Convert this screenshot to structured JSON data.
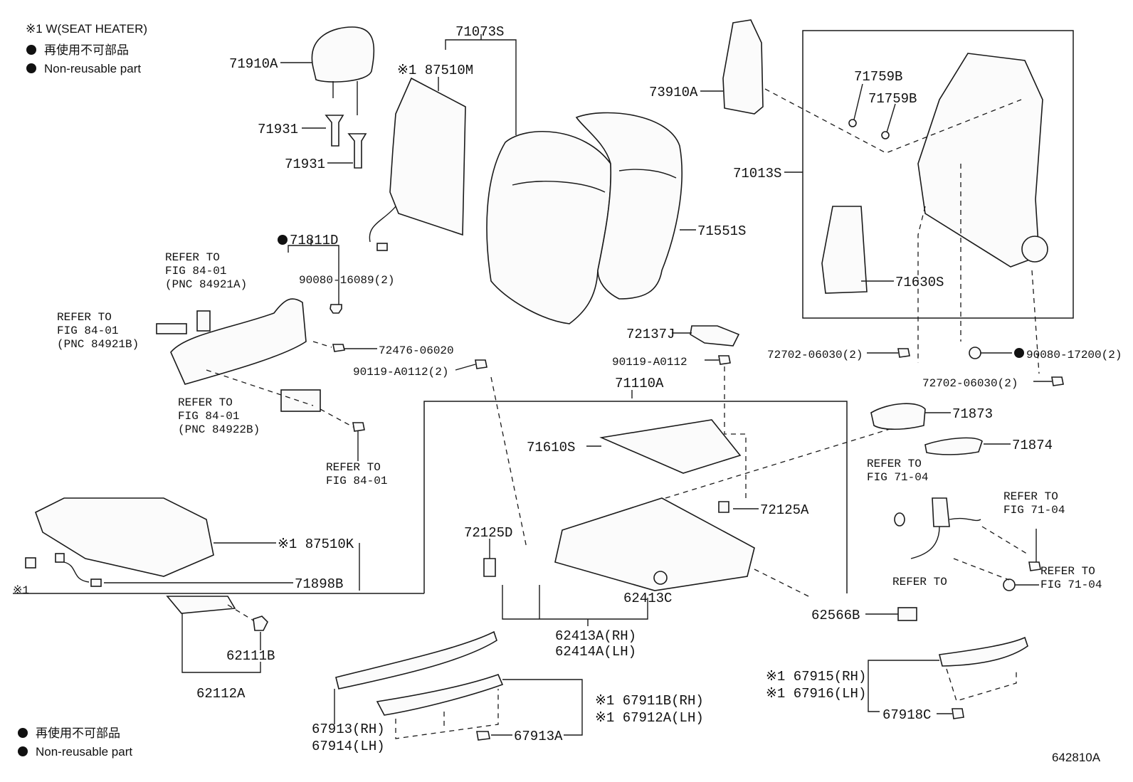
{
  "legend": {
    "seat_heater": "※1 W(SEAT HEATER)",
    "non_reusable_ja": "再使用不可部品",
    "non_reusable_en": "Non-reusable part"
  },
  "footer": {
    "non_reusable_ja": "再使用不可部品",
    "non_reusable_en": "Non-reusable part",
    "figure_id": "642810A"
  },
  "labels": {
    "p71910A": "71910A",
    "p71931_1": "71931",
    "p71931_2": "71931",
    "p71073S": "71073S",
    "p87510M": "※1 87510M",
    "p71811D": "71811D",
    "p90080_16089": "90080-16089(2)",
    "p72476": "72476-06020",
    "p90119_2": "90119-A0112(2)",
    "p73910A": "73910A",
    "p71759B_1": "71759B",
    "p71759B_2": "71759B",
    "p71013S": "71013S",
    "p71551S": "71551S",
    "p71630S": "71630S",
    "p72137J": "72137J",
    "p90119": "90119-A0112",
    "p72702_a": "72702-06030(2)",
    "p90080_17200": "90080-17200(2)",
    "p72702_b": "72702-06030(2)",
    "p71110A": "71110A",
    "p71873": "71873",
    "p71874": "71874",
    "p71610S": "71610S",
    "p72125A": "72125A",
    "p72125D": "72125D",
    "p62413C": "62413C",
    "p62413A": "62413A(RH)",
    "p62414A": "62414A(LH)",
    "p62566B": "62566B",
    "p87510K": "※1 87510K",
    "p71898B": "71898B",
    "p62111B": "62111B",
    "p62112A": "62112A",
    "p67913RH": "67913(RH)",
    "p67914LH": "67914(LH)",
    "p67911B": "※1 67911B(RH)",
    "p67912A": "※1 67912A(LH)",
    "p67913A": "67913A",
    "p67915": "※1 67915(RH)",
    "p67916": "※1 67916(LH)",
    "p67918C": "67918C",
    "x1_mark": "※1"
  },
  "refs": {
    "r1": [
      "REFER TO",
      "FIG 84-01",
      "(PNC 84921A)"
    ],
    "r2": [
      "REFER TO",
      "FIG 84-01",
      "(PNC 84921B)"
    ],
    "r3": [
      "REFER TO",
      "FIG 84-01",
      "(PNC 84922B)"
    ],
    "r4": [
      "REFER TO",
      "FIG 84-01"
    ],
    "r5": [
      "REFER TO",
      "FIG 71-04"
    ],
    "r6": [
      "REFER TO",
      "FIG 71-04"
    ],
    "r7": [
      "REFER TO",
      "FIG 71-04"
    ],
    "r8": [
      "REFER TO"
    ]
  }
}
